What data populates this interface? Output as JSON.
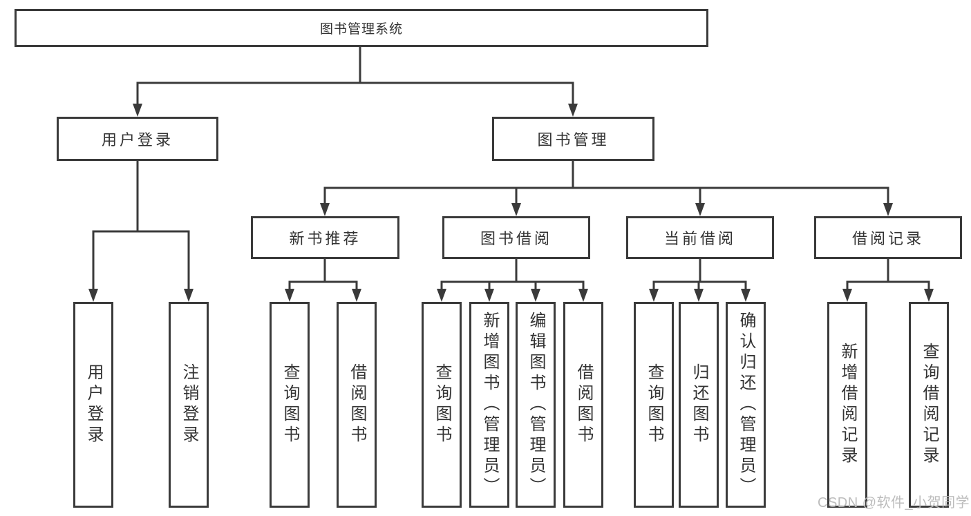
{
  "colors": {
    "line": "#3a3a3a",
    "text": "#333333",
    "watermark": "#b9b9b9",
    "background": "#ffffff"
  },
  "watermark": "CSDN @软件_小贺同学",
  "tree": {
    "root": "图书管理系统",
    "level2": {
      "user_login": "用户登录",
      "book_management": "图书管理"
    },
    "level3": {
      "new_book_recommend": "新书推荐",
      "book_borrowing": "图书借阅",
      "current_borrowing": "当前借阅",
      "borrowing_records": "借阅记录"
    },
    "leaves": {
      "user_login": "用户登录",
      "logout": "注销登录",
      "recommend_query_books": "查询图书",
      "recommend_borrow_books": "借阅图书",
      "borrowing_query_books": "查询图书",
      "borrowing_add_books": "新增图书（管理员）",
      "borrowing_edit_books": "编辑图书（管理员）",
      "borrowing_borrow_books": "借阅图书",
      "current_query_books": "查询图书",
      "current_return_books": "归还图书",
      "current_confirm_return": "确认归还（管理员）",
      "records_add_record": "新增借阅记录",
      "records_query_record": "查询借阅记录"
    }
  }
}
